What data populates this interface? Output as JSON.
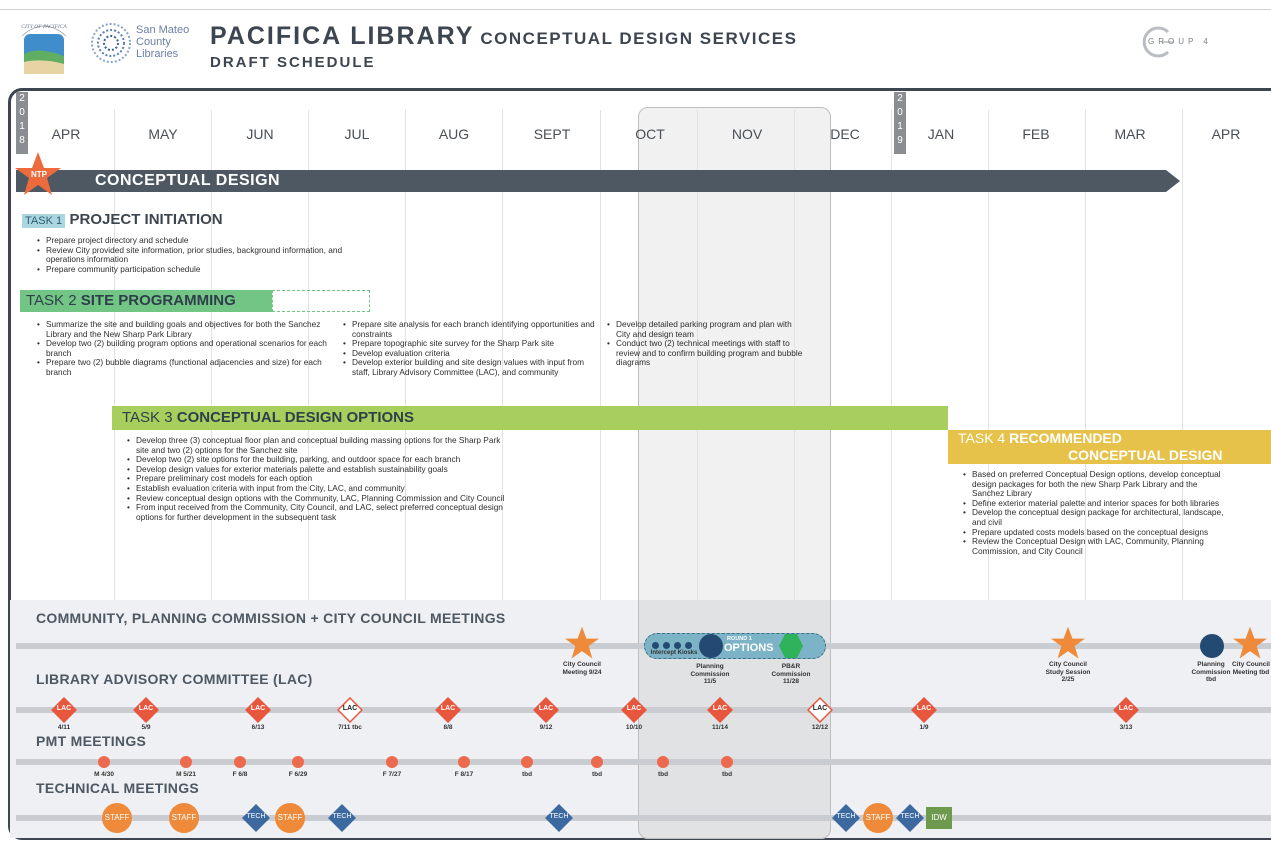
{
  "header": {
    "city_logo_text": "CITY OF PACIFICA",
    "smc_lines": [
      "San Mateo",
      "County",
      "Libraries"
    ],
    "title_main": "PACIFICA LIBRARY",
    "title_rest": "CONCEPTUAL DESIGN SERVICES",
    "subtitle": "DRAFT SCHEDULE",
    "group4": "GROUP 4"
  },
  "years": [
    {
      "digits": [
        "2",
        "0",
        "1",
        "8"
      ]
    },
    {
      "digits": [
        "2",
        "0",
        "1",
        "9"
      ]
    }
  ],
  "months": [
    "APR",
    "MAY",
    "JUN",
    "JUL",
    "AUG",
    "SEPT",
    "OCT",
    "NOV",
    "DEC",
    "JAN",
    "FEB",
    "MAR",
    "APR"
  ],
  "conceptual_design": {
    "ntp": "NTP",
    "label": "CONCEPTUAL DESIGN"
  },
  "task1": {
    "tag": "TASK 1",
    "title": "PROJECT INITIATION",
    "bullets": [
      "Prepare project directory and schedule",
      "Review City provided site information, prior studies, background information, and operations information",
      "Prepare community participation schedule"
    ]
  },
  "task2": {
    "tag": "TASK 2",
    "title": "SITE PROGRAMMING",
    "col1": [
      "Summarize the site and building goals and objectives for both the Sanchez Library and the New Sharp Park Library",
      "Develop two (2) building program options and operational scenarios for each branch",
      "Prepare two (2) bubble diagrams (functional adjacencies and size) for each branch"
    ],
    "col2": [
      "Prepare site analysis for each branch identifying opportunities and constraints",
      "Prepare topographic site survey for the Sharp Park site",
      "Develop evaluation criteria",
      "Develop exterior building and site design values with input from staff, Library Advisory Committee (LAC), and community"
    ],
    "col3": [
      "Develop detailed parking program and plan with City and design team",
      "Conduct two (2) technical meetings with staff to review and to confirm building program and bubble diagrams"
    ]
  },
  "task3": {
    "tag": "TASK 3",
    "title": "CONCEPTUAL DESIGN OPTIONS",
    "bullets": [
      "Develop three (3) conceptual floor plan and conceptual building massing options for the Sharp Park site and two (2) options for the Sanchez site",
      "Develop two (2) site options for the building, parking, and outdoor space for each branch",
      "Develop design values for exterior materials palette and establish sustainability goals",
      "Prepare preliminary cost models for each option",
      "Establish evaluation criteria with input from the City, LAC, and community",
      "Review conceptual design options with the Community, LAC, Planning Commission and City Council",
      "From input received from the Community, City Council, and LAC, select preferred conceptual design options for further development in the subsequent task"
    ]
  },
  "task4": {
    "tag": "TASK 4",
    "title_line1": "RECOMMENDED",
    "title_line2": "CONCEPTUAL DESIGN",
    "bullets": [
      "Based on preferred Conceptual Design options, develop conceptual design packages for both the new Sharp Park Library and the Sanchez Library",
      "Define exterior material palette and interior spaces for both libraries",
      "Develop the conceptual design package for architectural, landscape, and civil",
      "Prepare updated costs models based on the conceptual designs",
      "Review the Conceptual Design with LAC, Community, Planning Commission, and City Council"
    ]
  },
  "meetings": {
    "community_title": "COMMUNITY, PLANNING COMMISSION + CITY COUNCIL MEETINGS",
    "lac_title": "LIBRARY ADVISORY COMMITTEE (LAC)",
    "pmt_title": "PMT MEETINGS",
    "tech_title": "TECHNICAL MEETINGS",
    "round_label": "ROUND 1",
    "options_label": "OPTIONS",
    "intercept": "Intercept Kiosks",
    "community_events": [
      {
        "label": "City Council Meeting 9/24"
      },
      {
        "label": "Planning Commission 11/5"
      },
      {
        "label": "PB&R Commission 11/28"
      },
      {
        "label": "City Council Study Session 2/25"
      },
      {
        "label": "Planning Commission tbd"
      },
      {
        "label": "City Council Meeting tbd"
      }
    ],
    "lac_badge": "LAC",
    "lac_dates": [
      "4/11",
      "5/9",
      "6/13",
      "7/11 tbc",
      "8/8",
      "9/12",
      "10/10",
      "11/14",
      "12/12",
      "1/9",
      "3/13"
    ],
    "pmt_dates": [
      "M 4/30",
      "M 5/21",
      "F 6/8",
      "F 6/29",
      "F 7/27",
      "F 8/17",
      "tbd",
      "tbd",
      "tbd",
      "tbd"
    ],
    "tech_labels": {
      "staff": "STAFF",
      "tech": "TECH",
      "idw": "IDW"
    }
  }
}
